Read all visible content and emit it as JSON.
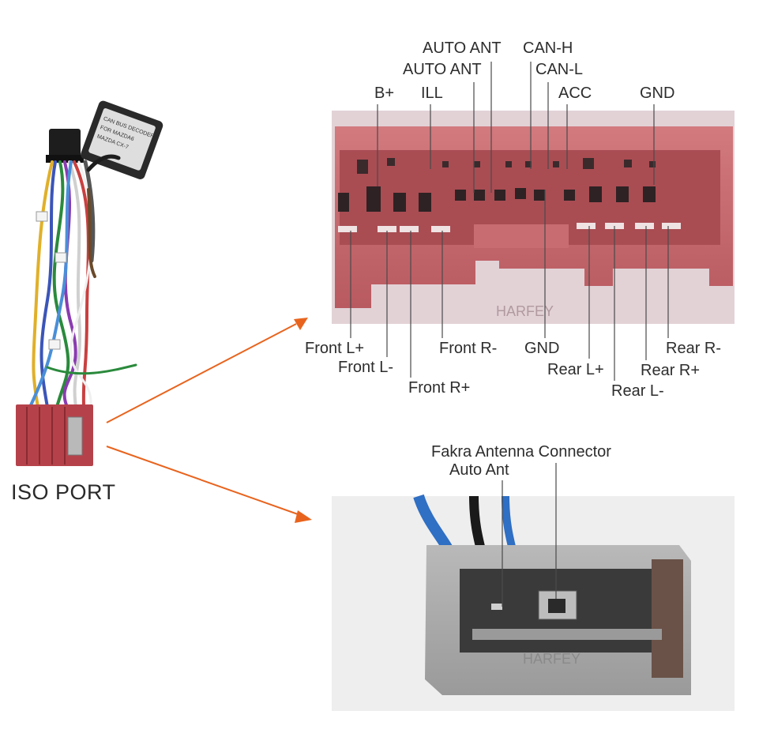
{
  "harness": {
    "port_label": "ISO PORT",
    "decoder_text_lines": [
      "CAN BUS DECODER",
      "FOR MAZDA6",
      "MAZDA CX-7"
    ]
  },
  "watermark": "HARFEY",
  "top_connector": {
    "top_labels": {
      "auto_ant_1": "AUTO ANT",
      "auto_ant_2": "AUTO ANT",
      "b_plus": "B+",
      "ill": "ILL",
      "can_h": "CAN-H",
      "can_l": "CAN-L",
      "acc": "ACC",
      "gnd": "GND"
    },
    "bottom_labels": {
      "front_l_plus": "Front L+",
      "front_l_minus": "Front L-",
      "front_r_plus": "Front R+",
      "front_r_minus": "Front R-",
      "gnd": "GND",
      "rear_l_plus": "Rear L+",
      "rear_l_minus": "Rear L-",
      "rear_r_plus": "Rear R+",
      "rear_r_minus": "Rear R-"
    }
  },
  "bottom_connector": {
    "labels": {
      "fakra": "Fakra Antenna Connector",
      "auto_ant": "Auto Ant"
    }
  },
  "colors": {
    "arrow": "#e8641e",
    "connector_red": "#c7676c",
    "connector_grey": "#a8a8a8"
  }
}
